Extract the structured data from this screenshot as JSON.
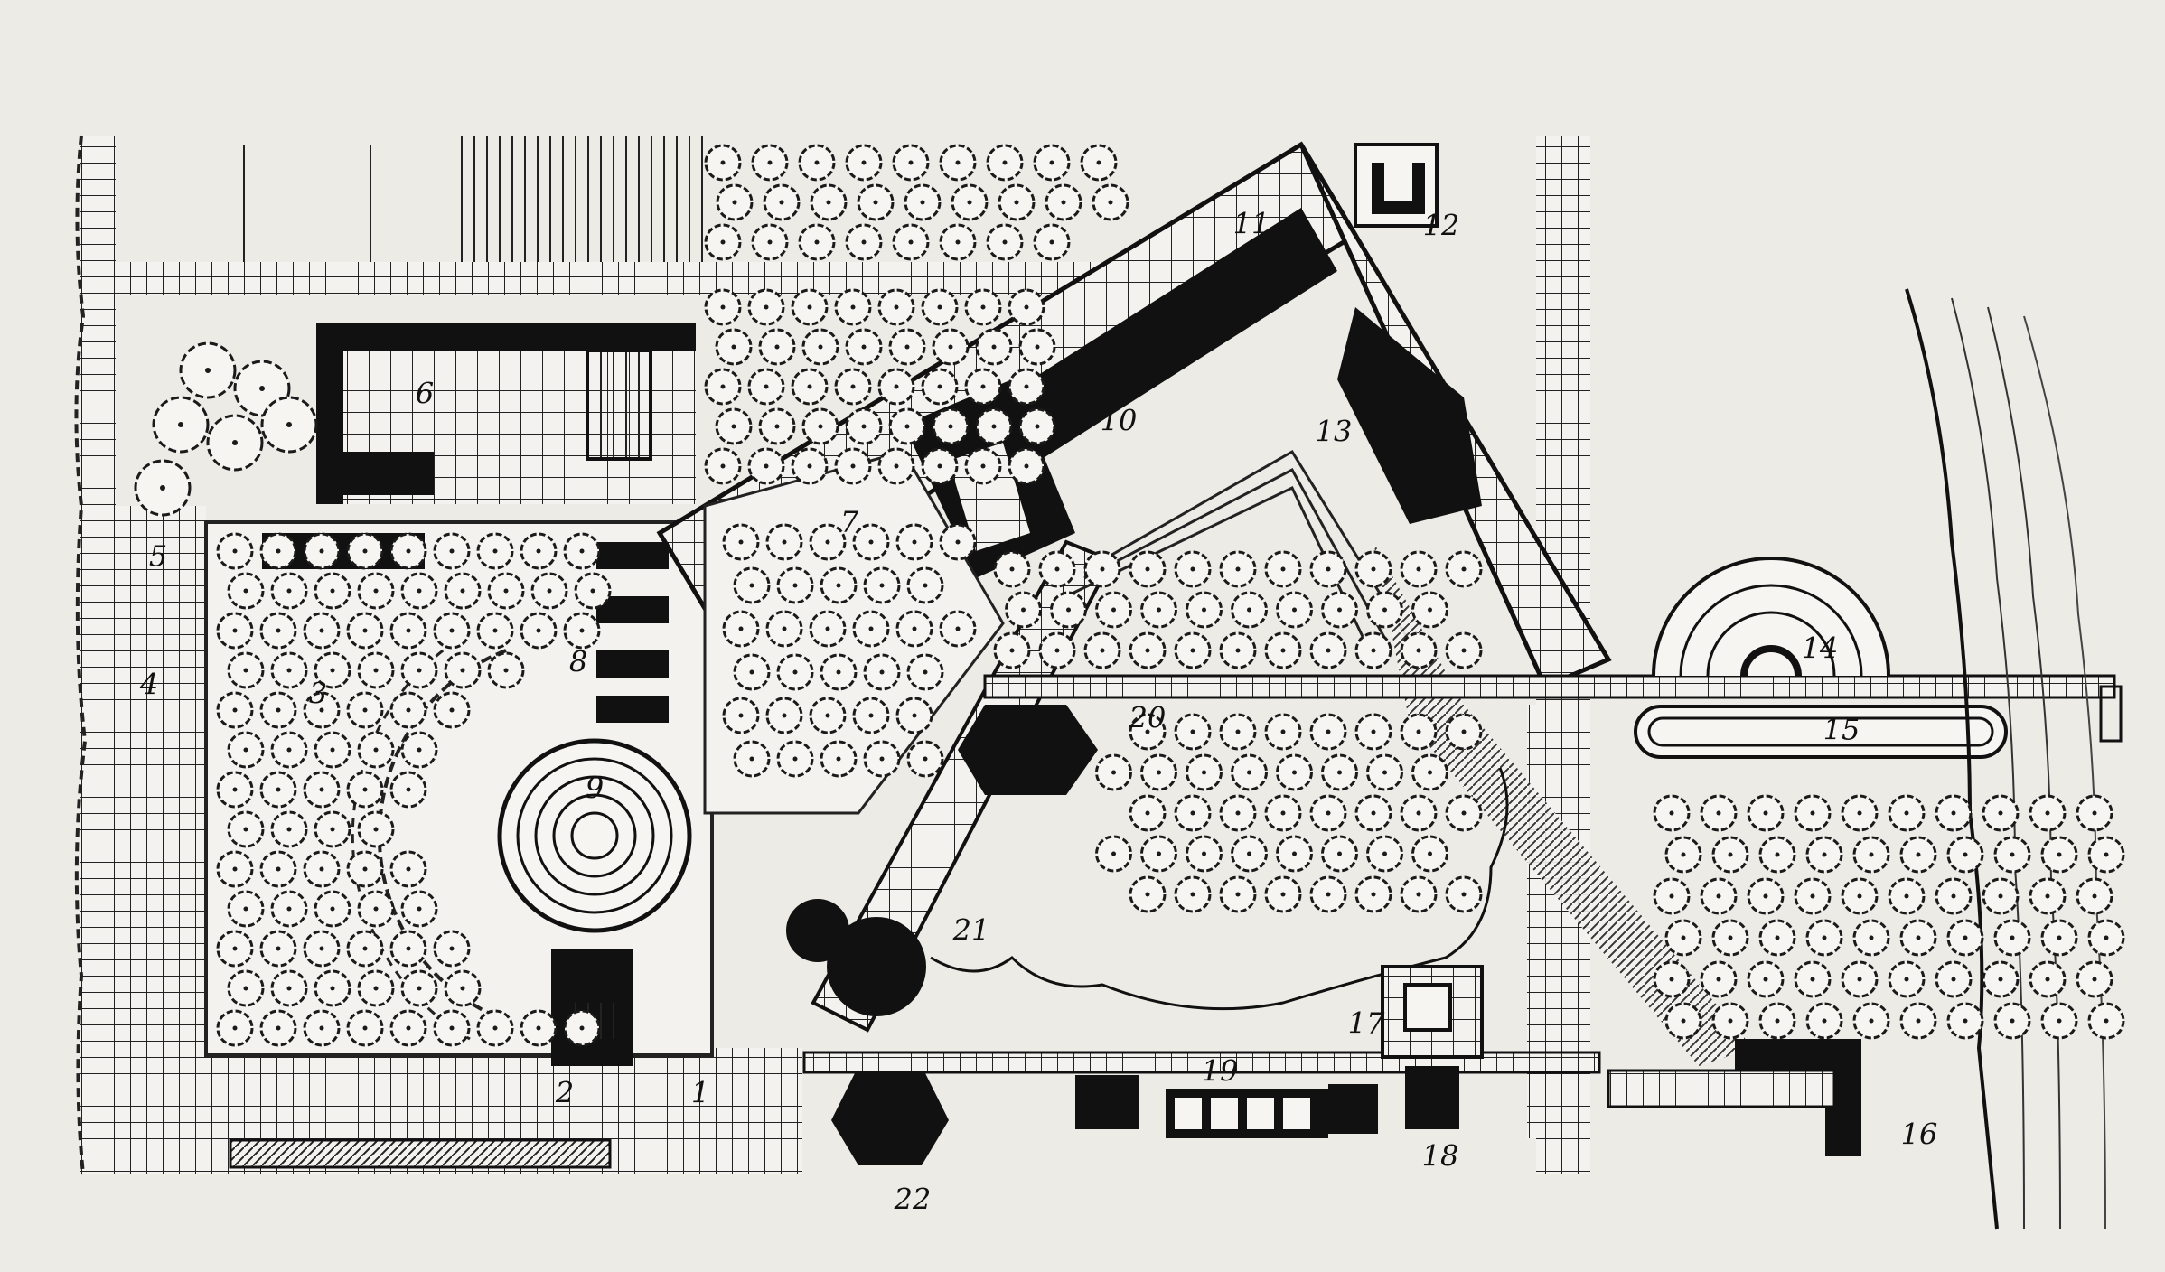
{
  "plan": {
    "labels": [
      {
        "id": "n1",
        "text": "1"
      },
      {
        "id": "n2",
        "text": "2"
      },
      {
        "id": "n3",
        "text": "3"
      },
      {
        "id": "n4",
        "text": "4"
      },
      {
        "id": "n5",
        "text": "5"
      },
      {
        "id": "n6",
        "text": "6"
      },
      {
        "id": "n7",
        "text": "7"
      },
      {
        "id": "n8",
        "text": "8"
      },
      {
        "id": "n9",
        "text": "9"
      },
      {
        "id": "n10",
        "text": "10"
      },
      {
        "id": "n11",
        "text": "11"
      },
      {
        "id": "n12",
        "text": "12"
      },
      {
        "id": "n13",
        "text": "13"
      },
      {
        "id": "n14",
        "text": "14"
      },
      {
        "id": "n15",
        "text": "15"
      },
      {
        "id": "n16",
        "text": "16"
      },
      {
        "id": "n17",
        "text": "17"
      },
      {
        "id": "n18",
        "text": "18"
      },
      {
        "id": "n19",
        "text": "19"
      },
      {
        "id": "n20",
        "text": "20"
      },
      {
        "id": "n21",
        "text": "21"
      },
      {
        "id": "n22",
        "text": "22"
      }
    ]
  }
}
